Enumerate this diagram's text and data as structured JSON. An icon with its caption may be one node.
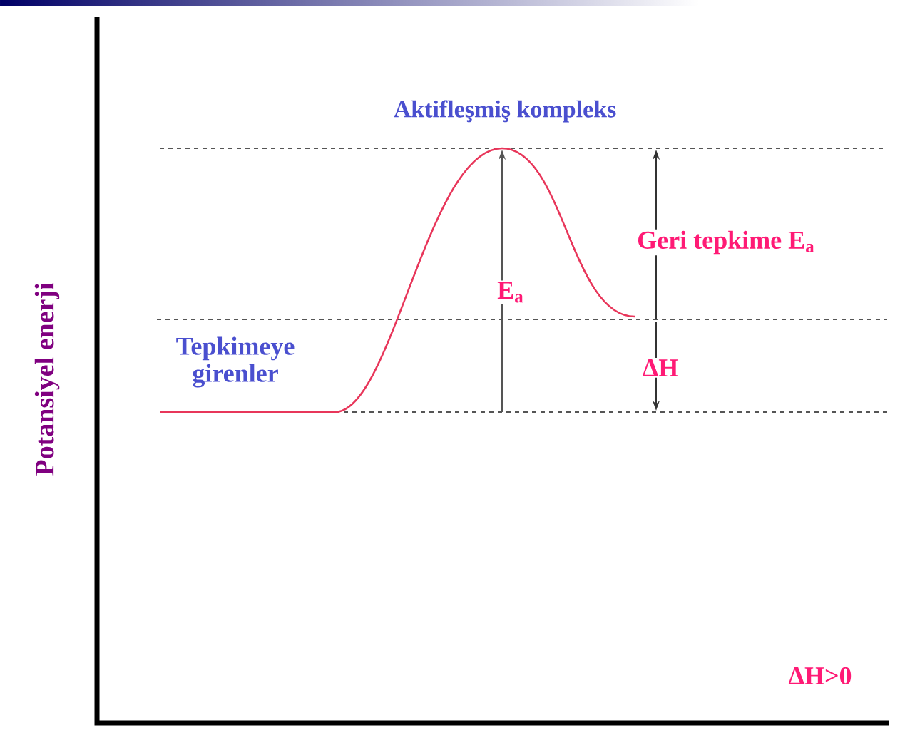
{
  "diagram": {
    "labels": [
      "Aktifleşmiş kompleks",
      "Geri tepkime E$_{a}$",
      "E$_{a}$",
      "Tepkimeye girenler",
      "ΔH",
      "Potansiyel enerji",
      "ΔH>0"
    ]
  }
}
